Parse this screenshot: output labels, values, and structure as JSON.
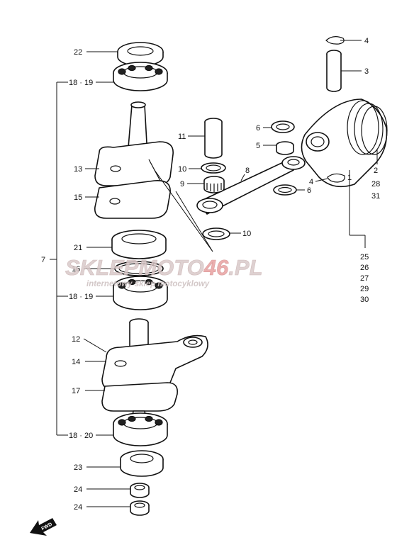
{
  "callouts": {
    "c22": "22",
    "c18_19_top": "18 · 19",
    "c11": "11",
    "c13": "13",
    "c10_top": "10",
    "c9": "9",
    "c15": "15",
    "c21": "21",
    "c16": "16",
    "c18_19_mid": "18 · 19",
    "c7": "7",
    "c12": "12",
    "c14": "14",
    "c17": "17",
    "c18_20": "18 · 20",
    "c23": "23",
    "c24_a": "24",
    "c24_b": "24",
    "c6_top": "6",
    "c5": "5",
    "c8": "8",
    "c10_bottom": "10",
    "c4_top": "4",
    "c3": "3",
    "c1": "1",
    "c4_mid": "4",
    "c6_mid": "6",
    "c2": "2",
    "c28": "28",
    "c31": "31",
    "c25": "25",
    "c26": "26",
    "c27": "27",
    "c29": "29",
    "c30": "30"
  },
  "watermark": {
    "brand_part1": "SKLEP",
    "brand_part2": "MOTO",
    "brand_part3": "46",
    "brand_part4": ".PL",
    "tagline": "internetowy sklep motocyklowy"
  },
  "fwd_arrow": {
    "label": "FWD"
  }
}
